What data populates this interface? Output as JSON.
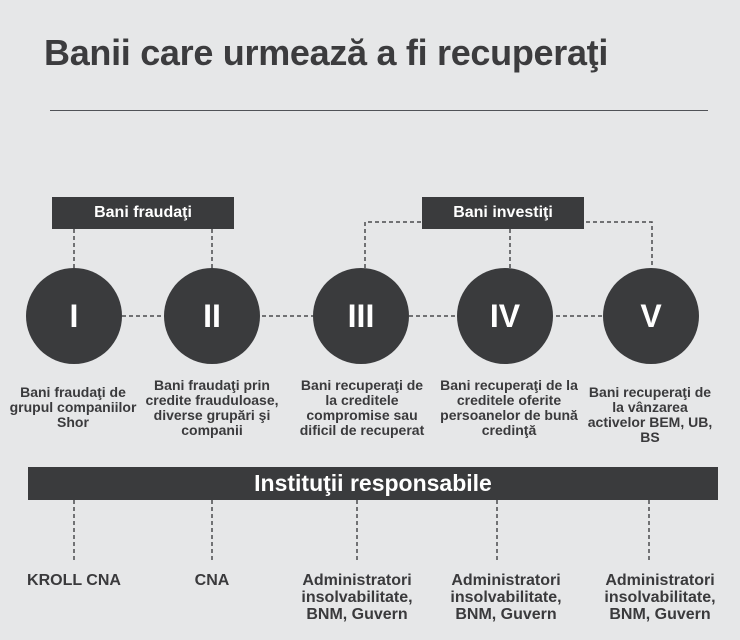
{
  "title": "Banii care urmează a fi recuperaţi",
  "groups": [
    {
      "label": "Bani fraudaţi"
    },
    {
      "label": "Bani investiţi"
    }
  ],
  "stages": [
    {
      "numeral": "I",
      "description": "Bani fraudaţi de grupul companiilor Shor"
    },
    {
      "numeral": "II",
      "description": "Bani fraudaţi prin credite frauduloase, diverse grupări şi companii"
    },
    {
      "numeral": "III",
      "description": "Bani recuperaţi de la creditele compromise sau dificil de recuperat"
    },
    {
      "numeral": "IV",
      "description": "Bani recuperaţi de la creditele oferite persoanelor de bună credinţă"
    },
    {
      "numeral": "V",
      "description": "Bani recuperaţi de la vânzarea activelor BEM, UB, BS"
    }
  ],
  "institutions_label": "Instituţii responsabile",
  "institutions": [
    "KROLL CNA",
    "CNA",
    "Administratori insolvabilitate, BNM, Guvern",
    "Administratori insolvabilitate, BNM, Guvern",
    "Administratori insolvabilitate, BNM, Guvern"
  ]
}
